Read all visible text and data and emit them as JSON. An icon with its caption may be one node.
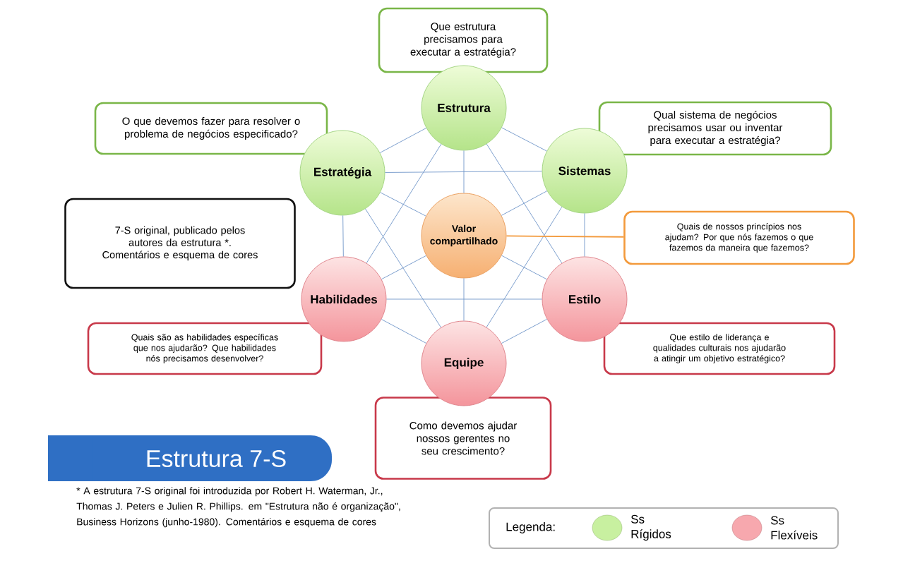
{
  "diagram": {
    "title": "Estrutura 7-S",
    "nodes": [
      {
        "text": [
          "Estrutura"
        ]
      },
      {
        "text": [
          "Estratégia"
        ]
      },
      {
        "text": [
          "Sistemas"
        ]
      },
      {
        "text": [
          "Valor compartilhado"
        ]
      },
      {
        "text": [
          "Habilidades"
        ]
      },
      {
        "text": [
          "Estilo"
        ]
      },
      {
        "text": [
          "Equipe"
        ]
      },
      {
        "text": [
          "Que estrutura precisamos para executar a estratégia?"
        ]
      },
      {
        "text": [
          "O que devemos fazer para resolver o problema de negócios especificado?"
        ]
      },
      {
        "text": [
          "Qual sistema de negócios precisamos usar ou inventar para executar a estratégia?"
        ]
      },
      {
        "text": [
          "Quais de nossos princípios nos ajudam? Por que nós fazemos o que fazemos da maneira que fazemos?"
        ]
      },
      {
        "text": [
          "7-S original, publicado pelos autores da estrutura *. Comentários e esquema de cores"
        ]
      },
      {
        "text": [
          "Quais são as habilidades específicas que nos ajudarão? Que habilidades nós precisamos desenvolver?"
        ]
      },
      {
        "text": [
          "Que estilo de liderança e qualidades culturais nos ajudarão a atingir um objetivo estratégico?"
        ]
      },
      {
        "text": [
          "Como devemos ajudar nossos gerentes no seu crescimento?"
        ]
      }
    ],
    "edges": [
      {
        "from": 0,
        "to": 1,
        "arrow": "none"
      },
      {
        "from": 0,
        "to": 2,
        "arrow": "none"
      },
      {
        "from": 0,
        "to": 4,
        "arrow": "none"
      },
      {
        "from": 0,
        "to": 5,
        "arrow": "none"
      },
      {
        "from": 1,
        "to": 2,
        "arrow": "none"
      },
      {
        "from": 1,
        "to": 4,
        "arrow": "none"
      },
      {
        "from": 1,
        "to": 6,
        "arrow": "none"
      },
      {
        "from": 2,
        "to": 5,
        "arrow": "none"
      },
      {
        "from": 2,
        "to": 6,
        "arrow": "none"
      },
      {
        "from": 4,
        "to": 5,
        "arrow": "none"
      },
      {
        "from": 4,
        "to": 6,
        "arrow": "none"
      },
      {
        "from": 5,
        "to": 6,
        "arrow": "none"
      },
      {
        "from": 3,
        "to": 0,
        "arrow": "none"
      },
      {
        "from": 3,
        "to": 1,
        "arrow": "none"
      },
      {
        "from": 3,
        "to": 2,
        "arrow": "none"
      },
      {
        "from": 3,
        "to": 4,
        "arrow": "none"
      },
      {
        "from": 3,
        "to": 5,
        "arrow": "none"
      },
      {
        "from": 3,
        "to": 6,
        "arrow": "none"
      },
      {
        "from": 3,
        "to": 10,
        "arrow": "none",
        "color": "#f39a3c"
      }
    ],
    "labels": [
      "* A estrutura 7-S original foi introduzida por Robert H. Waterman, Jr., Thomas J. Peters e Julien R. Phillips. em \"Estrutura não é organização\", Business Horizons (junho-1980). Comentários e esquema de cores",
      "Legenda:"
    ],
    "legend": [
      {
        "text": "Ss Rígidos",
        "color": "#c8f0a0"
      },
      {
        "text": "Ss Flexíveis",
        "color": "#f7a8ae"
      }
    ]
  }
}
